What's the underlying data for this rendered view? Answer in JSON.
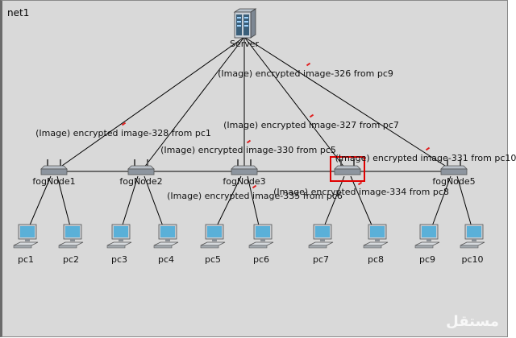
{
  "network": {
    "title": "net1"
  },
  "server": {
    "label": "Server",
    "icon": "server-icon"
  },
  "fog_nodes": [
    {
      "id": "fog1",
      "label": "fogNode1"
    },
    {
      "id": "fog2",
      "label": "fogNode2"
    },
    {
      "id": "fog3",
      "label": "fogNode3"
    },
    {
      "id": "fog4",
      "label": ""
    },
    {
      "id": "fog5",
      "label": "fogNode5"
    }
  ],
  "pcs": [
    {
      "id": "pc1",
      "label": "pc1"
    },
    {
      "id": "pc2",
      "label": "pc2"
    },
    {
      "id": "pc3",
      "label": "pc3"
    },
    {
      "id": "pc4",
      "label": "pc4"
    },
    {
      "id": "pc5",
      "label": "pc5"
    },
    {
      "id": "pc6",
      "label": "pc6"
    },
    {
      "id": "pc7",
      "label": "pc7"
    },
    {
      "id": "pc8",
      "label": "pc8"
    },
    {
      "id": "pc9",
      "label": "pc9"
    },
    {
      "id": "pc10",
      "label": "pc10"
    }
  ],
  "messages": [
    {
      "id": "m326",
      "text": "(Image) encrypted image-326 from pc9"
    },
    {
      "id": "m327",
      "text": "(Image) encrypted image-327 from pc7"
    },
    {
      "id": "m328",
      "text": "(Image) encrypted image-328 from pc1"
    },
    {
      "id": "m330",
      "text": "(Image) encrypted image-330 from pc5"
    },
    {
      "id": "m331",
      "text": "(Image) encrypted image-331 from pc10"
    },
    {
      "id": "m335",
      "text": "(Image) encrypted image-335 from pc6"
    },
    {
      "id": "m334",
      "text": "(Image) encrypted image-334 from pc8"
    }
  ],
  "watermark": {
    "text": "مستقل"
  },
  "colors": {
    "canvas": "#d9d9d9",
    "link": "#000000",
    "packet": "#e02020",
    "selection": "#e00000"
  }
}
